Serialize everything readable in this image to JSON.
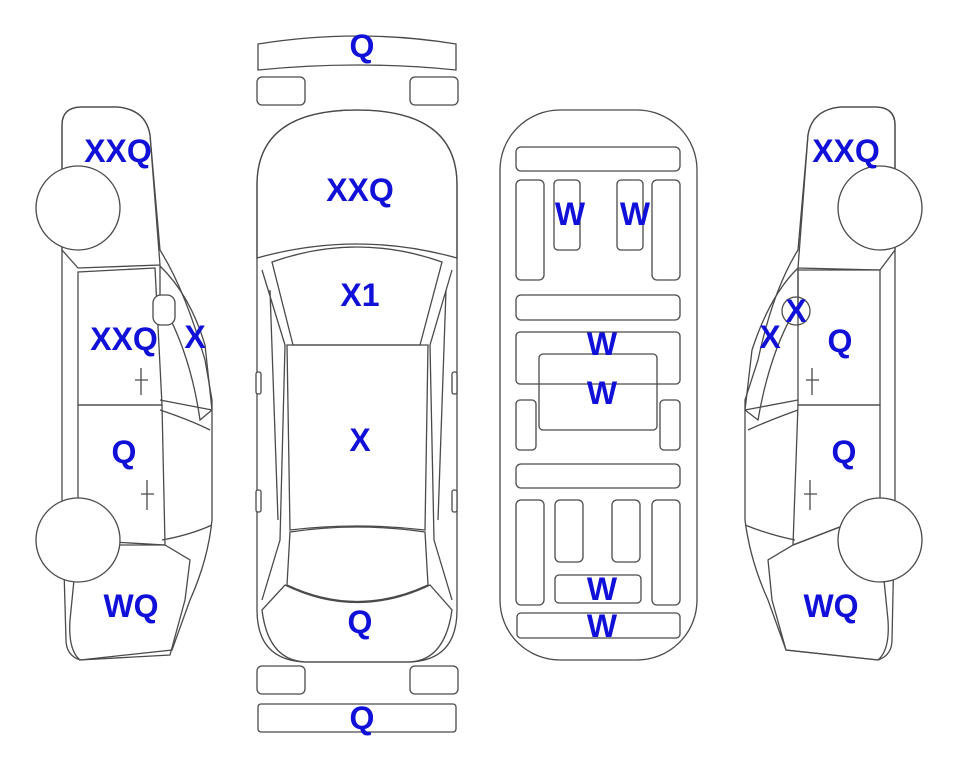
{
  "colors": {
    "damage_fill": "#f9a82c",
    "glass_fill": "#dff3fb",
    "outline": "#4a4a4a",
    "label_text": "#1010d8",
    "background": "#ffffff"
  },
  "left_view": {
    "rear_window": "XXQ",
    "door_window": "XXQ",
    "pillar": "X",
    "door": "Q",
    "fender": "WQ"
  },
  "top_view": {
    "rear_bumper": "Q",
    "rear_window": "XXQ",
    "trunk": "X1",
    "roof": "X",
    "hood": "Q",
    "front_bumper": "Q"
  },
  "interior_view": {
    "rear_seat_left": "W",
    "rear_seat_right": "W",
    "middle_row": "W",
    "middle_seat": "W",
    "front_console": "W",
    "front_panel": "W"
  },
  "right_view": {
    "rear_window": "XXQ",
    "pillar_a": "X",
    "pillar_b": "X",
    "rear_door": "Q",
    "front_door": "Q",
    "fender": "WQ"
  }
}
